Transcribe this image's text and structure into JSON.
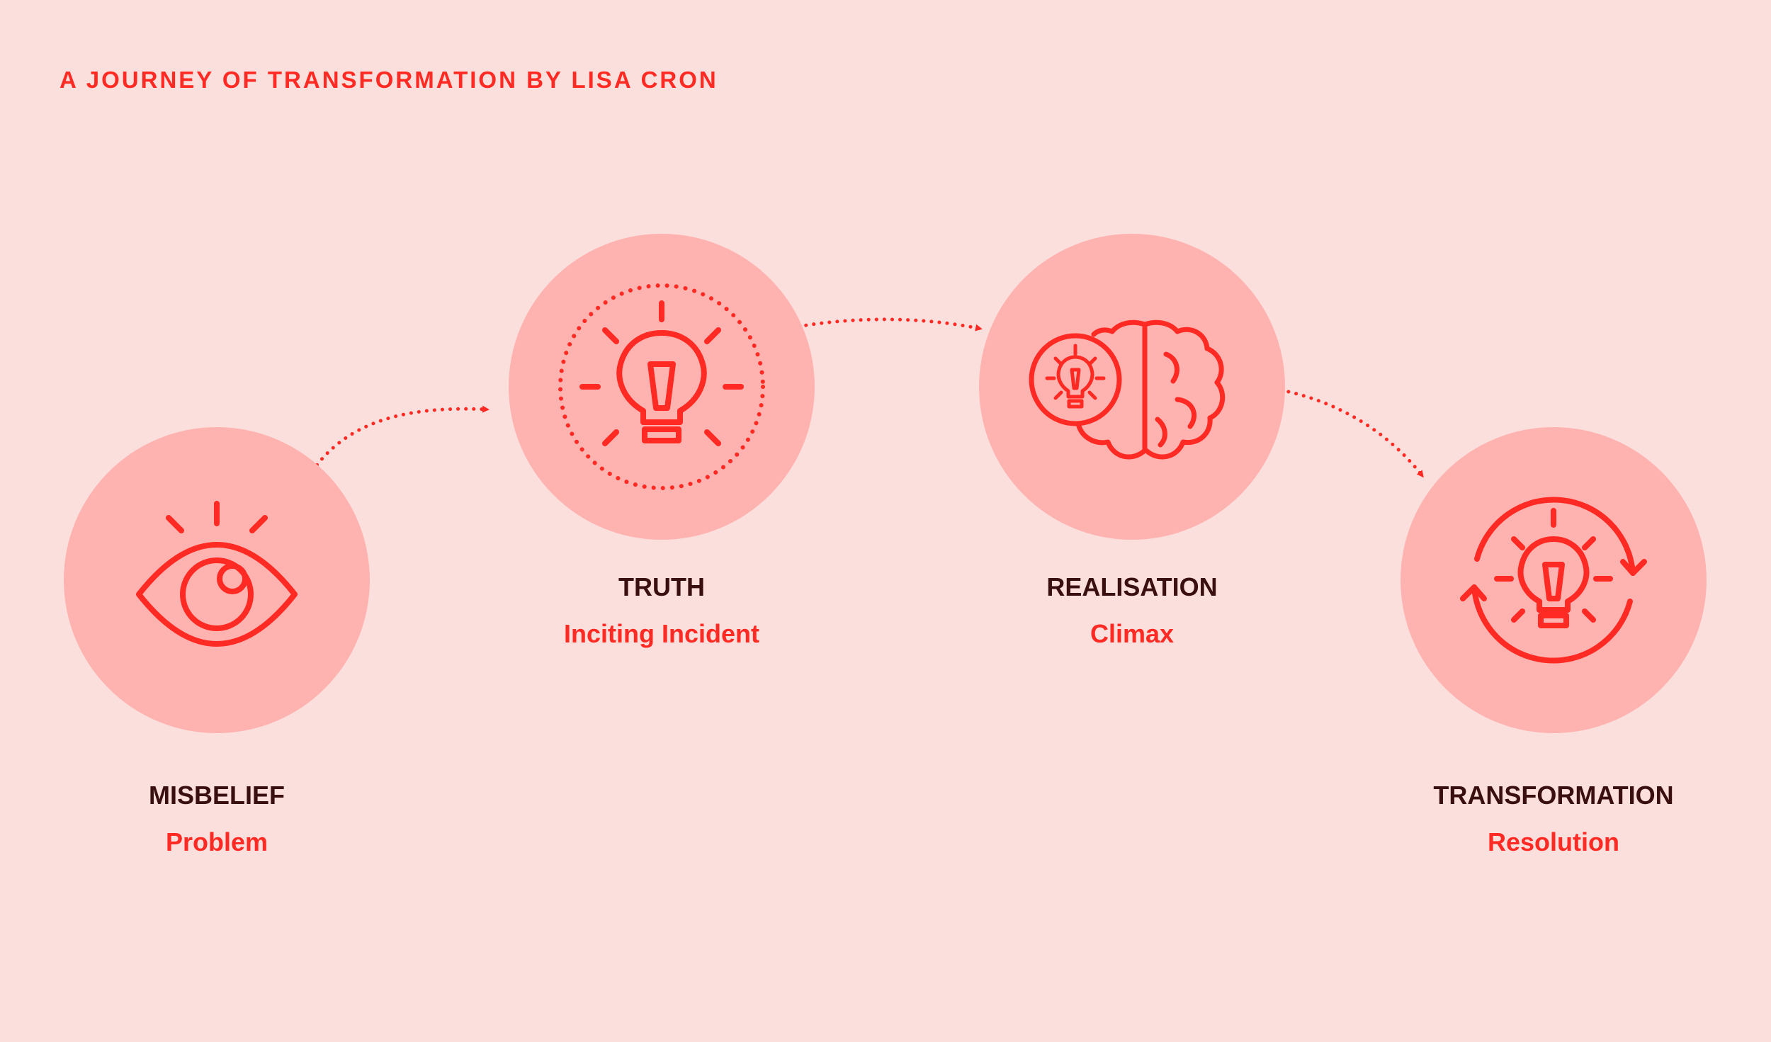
{
  "title": "A JOURNEY OF TRANSFORMATION BY LISA CRON",
  "colors": {
    "background": "#fbdfdc",
    "circle": "#ffb3b0",
    "accent": "#ff2a23",
    "heading": "#3a0f0f"
  },
  "stages": [
    {
      "name": "MISBELIEF",
      "subtitle": "Problem",
      "icon": "eye-icon"
    },
    {
      "name": "TRUTH",
      "subtitle": "Inciting Incident",
      "icon": "lightbulb-dotted-ring-icon"
    },
    {
      "name": "REALISATION",
      "subtitle": "Climax",
      "icon": "brain-lightbulb-icon"
    },
    {
      "name": "TRANSFORMATION",
      "subtitle": "Resolution",
      "icon": "lightbulb-cycle-icon"
    }
  ]
}
